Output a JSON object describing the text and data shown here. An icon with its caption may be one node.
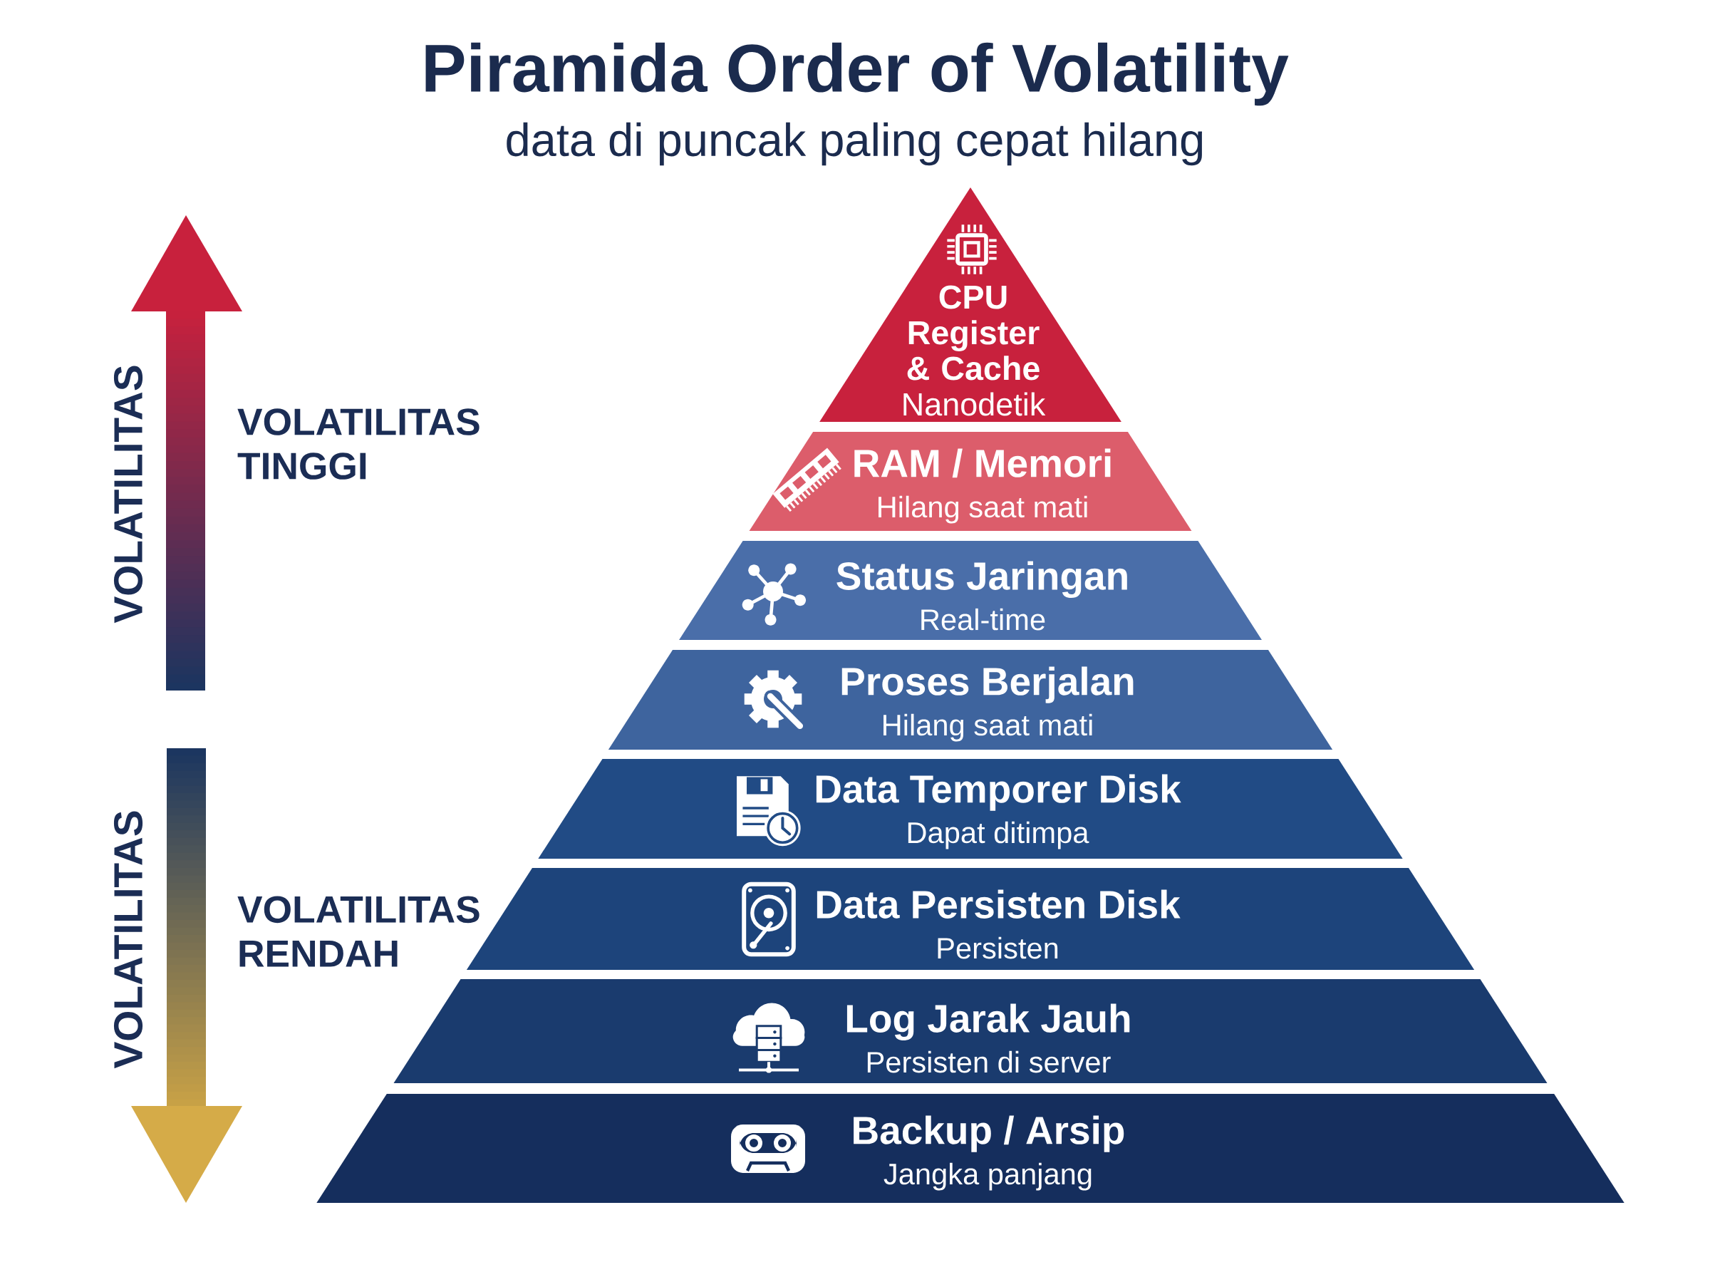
{
  "diagram": {
    "title": "Piramida Order of Volatility",
    "nodes": [
      {
        "text": [
          "CPU Register & Cache",
          "Nanodetik"
        ]
      },
      {
        "text": [
          "RAM / Memori",
          "Hilang saat mati"
        ]
      },
      {
        "text": [
          "Status Jaringan",
          "Real-time"
        ]
      },
      {
        "text": [
          "Proses Berjalan",
          "Hilang saat mati"
        ]
      },
      {
        "text": [
          "Data Temporer Disk",
          "Dapat ditimpa"
        ]
      },
      {
        "text": [
          "Data Persisten Disk",
          "Persisten"
        ]
      },
      {
        "text": [
          "Log Jarak Jauh",
          "Persisten di server"
        ]
      },
      {
        "text": [
          "Backup / Arsip",
          "Jangka panjang"
        ]
      }
    ],
    "labels": [
      "data di puncak paling cepat hilang",
      "VOLATILITAS",
      "VOLATILITAS TINGGI",
      "VOLATILITAS",
      "VOLATILITAS RENDAH"
    ]
  }
}
